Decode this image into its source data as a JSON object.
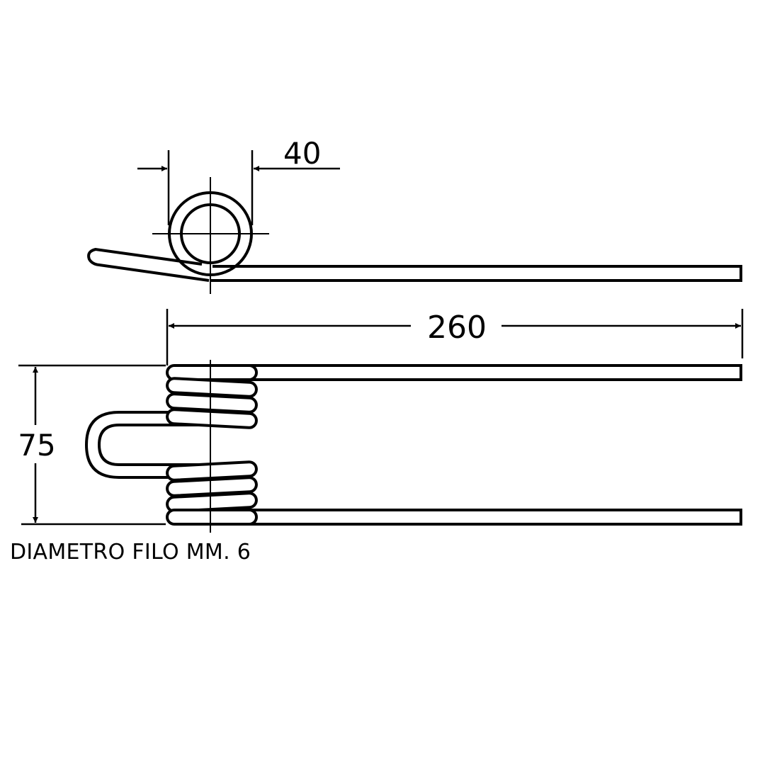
{
  "dimensions": {
    "coil_diameter": "40",
    "tine_length": "260",
    "coil_spacing": "75"
  },
  "caption": "DIAMETRO FILO MM. 6",
  "colors": {
    "line": "#000000",
    "background": "#ffffff"
  }
}
